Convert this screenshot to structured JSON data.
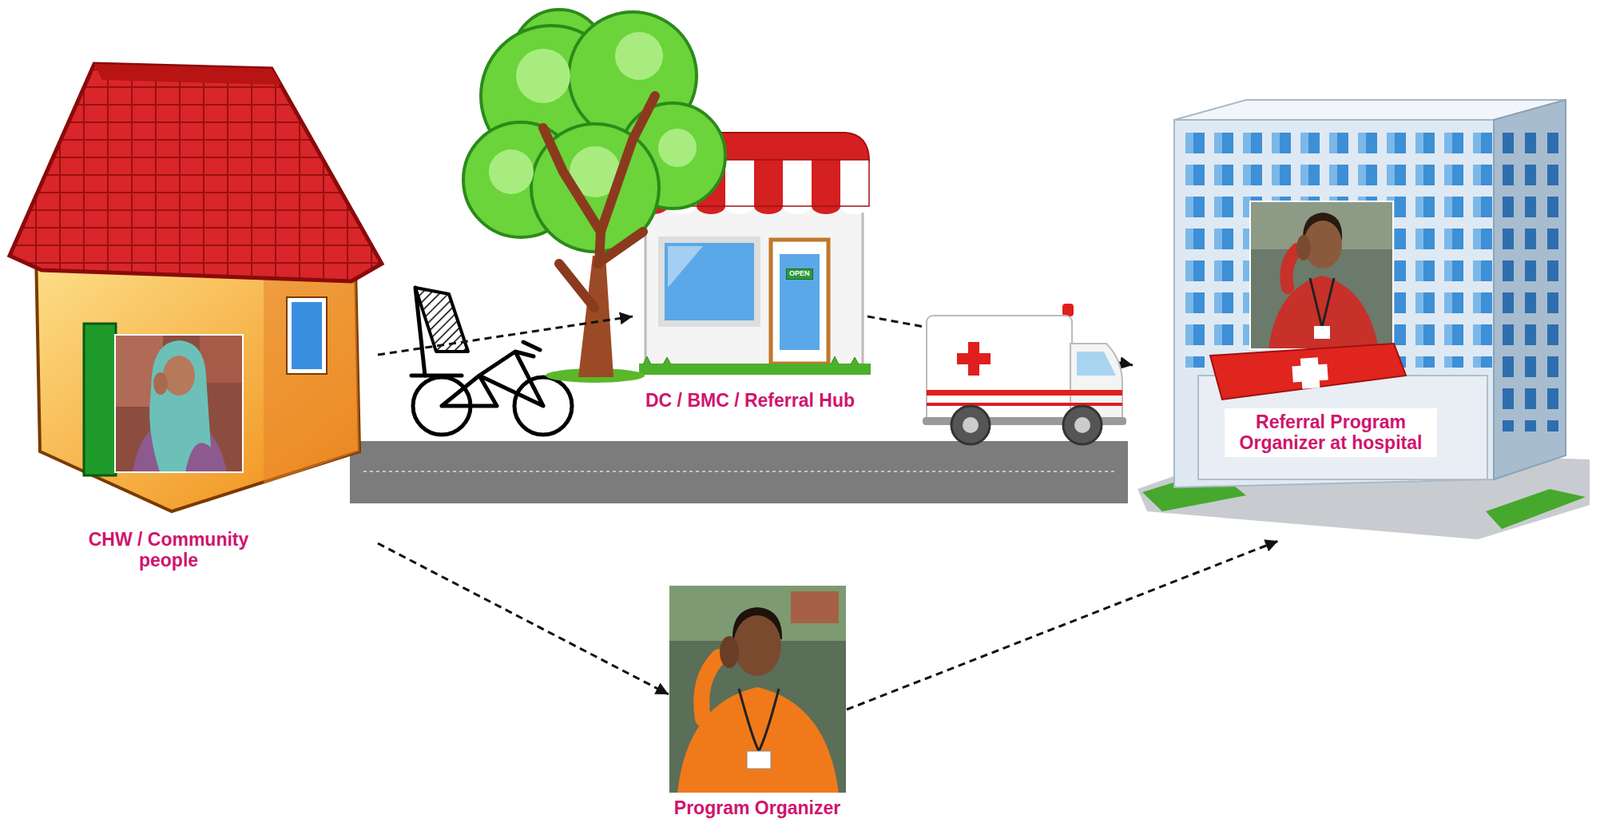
{
  "diagram": {
    "nodes": [
      {
        "text": [
          "CHW / Community people"
        ]
      },
      {
        "text": [
          "DC / BMC / Referral Hub"
        ]
      },
      {
        "text": [
          "Referral Program Organizer at hospital"
        ]
      },
      {
        "text": [
          "Program Organizer"
        ]
      }
    ],
    "edges": [
      {
        "from": 0,
        "to": 1,
        "arrow": "to"
      },
      {
        "from": 1,
        "to": 2,
        "arrow": "to"
      },
      {
        "from": 0,
        "to": 3,
        "arrow": "to"
      },
      {
        "from": 3,
        "to": 2,
        "arrow": "to"
      }
    ],
    "labels": [
      "OPEN"
    ]
  }
}
